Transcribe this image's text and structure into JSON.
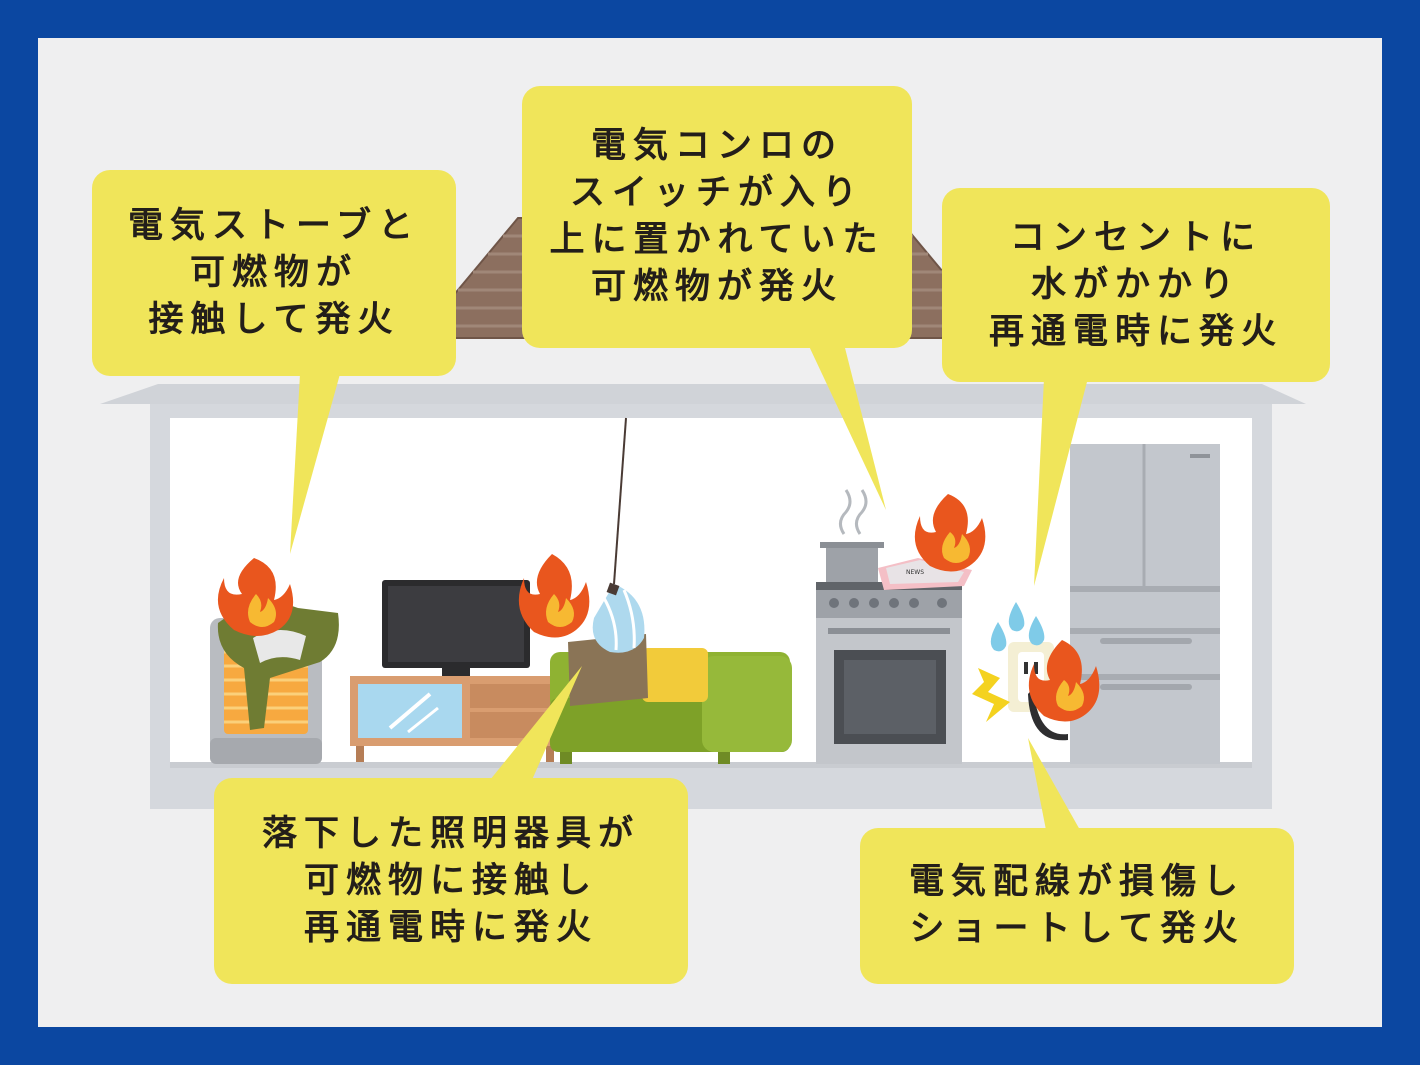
{
  "callouts": {
    "stove_heater": "電気ストーブと\n可燃物が\n接触して発火",
    "cooking_stove": "電気コンロの\nスイッチが入り\n上に置かれていた\n可燃物が発火",
    "outlet_water": "コンセントに\n水がかかり\n再通電時に発火",
    "fallen_light": "落下した照明器具が\n可燃物に接触し\n再通電時に発火",
    "wiring_damage": "電気配線が損傷し\nショートして発火"
  },
  "newspaper_label": "NEWS",
  "icons": [
    "flame-icon",
    "water-drop-icon",
    "lightning-icon"
  ],
  "colors": {
    "frame": "#0b47a1",
    "background": "#efeff0",
    "callout": "#f0e55a",
    "roof": "#8c6f5f",
    "house": "#d5d8dd",
    "flame_outer": "#e9561e",
    "flame_inner": "#f7b932",
    "sofa": "#8fb232",
    "cabinet": "#d99d70"
  }
}
